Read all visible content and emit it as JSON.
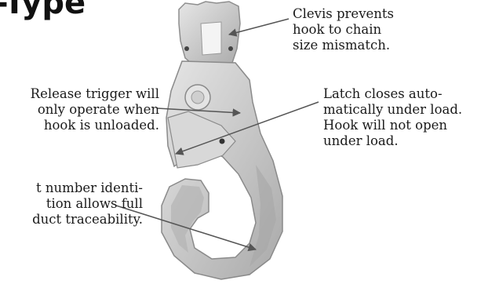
{
  "heading_fragment": "-Type",
  "callouts": {
    "clevis": "Clevis prevents\nhook to chain\nsize mismatch.",
    "trigger": "Release trigger will\nonly operate when\nhook is unloaded.",
    "latch": "Latch closes auto-\nmatically under load.\nHook will not open\nunder load.",
    "serial": "t number identi-\ntion allows full\nduct traceability."
  },
  "colors": {
    "hook_body": "#cfcfcf",
    "hook_shadow": "#9a9a9a",
    "hook_highlight": "#eeeeee",
    "arrow": "#555555",
    "text": "#1a1a1a"
  }
}
